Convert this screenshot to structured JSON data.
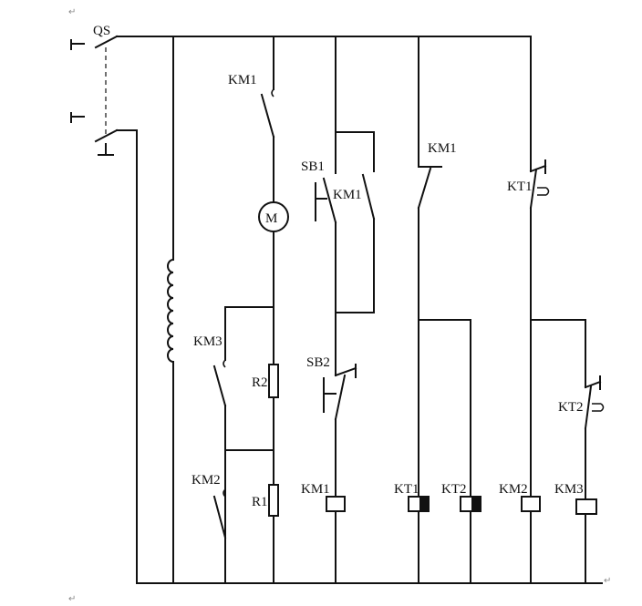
{
  "labels": {
    "qs": "QS",
    "km1_top": "KM1",
    "sb1": "SB1",
    "km1_hold": "KM1",
    "km1_right": "KM1",
    "kt1_top": "KT1",
    "km3_contact": "KM3",
    "r2": "R2",
    "sb2": "SB2",
    "kt2_contact": "KT2",
    "km2_contact": "KM2",
    "r1": "R1",
    "coil_km1": "KM1",
    "coil_kt1": "KT1",
    "coil_kt2": "KT2",
    "coil_km2": "KM2",
    "coil_km3": "KM3",
    "motor": "M"
  },
  "marks": {
    "paragraph_top": "↵",
    "paragraph_bottom": "↵",
    "paragraph_right": "↵"
  }
}
